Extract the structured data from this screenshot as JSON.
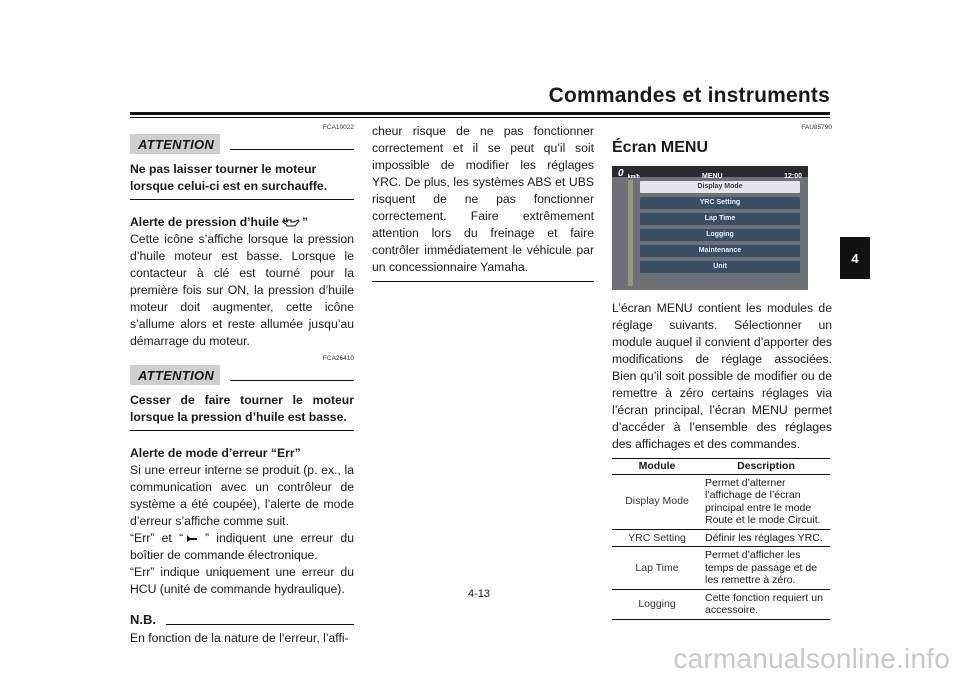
{
  "header": {
    "title": "Commandes et instruments",
    "chapter": "4"
  },
  "left": {
    "code1": "FCA10022",
    "attention1": "ATTENTION",
    "warning1": "Ne pas laisser tourner le moteur lorsque celui-ci est en surchauffe.",
    "oil_head": "Alerte de pression d’huile “    ”",
    "oil_icon": "oil-can-icon",
    "oil_body": "Cette icône s’affiche lorsque la pression d’huile moteur est basse. Lorsque le contacteur à clé est tourné pour la première fois sur ON, la pression d’huile moteur doit augmenter, cette icône s’allume alors et reste allumée jusqu’au démarrage du moteur.",
    "code2": "FCA26410",
    "attention2": "ATTENTION",
    "warning2": "Cesser de faire tourner le moteur lorsque la pression d’huile est basse.",
    "err_head": "Alerte de mode d’erreur “Err”",
    "err_body1": "Si une erreur interne se produit (p. ex., la communication avec un contrôleur de système a été coupée), l’alerte de mode d’erreur s’affiche comme suit.",
    "err_body2": "“Err” et “   ” indiquent une erreur du boîtier de commande électronique.",
    "err_icon": "wrench-icon",
    "err_body3": "“Err” indique uniquement une erreur du HCU (unité de commande hydraulique).",
    "nb": "N.B.",
    "nb_body": "En fonction de la nature de l’erreur, l’affi-"
  },
  "middle": {
    "body": "cheur risque de ne pas fonctionner correctement et il se peut qu’il soit impossible de modifier les réglages YRC. De plus, les systèmes ABS et UBS risquent de ne pas fonctionner correctement. Faire extrêmement attention lors du freinage et faire contrôler immédiatement le véhicule par un concessionnaire Yamaha."
  },
  "right": {
    "code": "FAU85790",
    "title": "Écran MENU",
    "screen": {
      "speed": "0",
      "unit": "km/h",
      "label": "MENU",
      "clock": "12:00",
      "items": [
        "Display Mode",
        "YRC Setting",
        "Lap Time",
        "Logging",
        "Maintenance",
        "Unit"
      ]
    },
    "body": "L’écran MENU contient les modules de réglage suivants. Sélectionner un module auquel il convient d’apporter des modifications de réglage associées. Bien qu’il soit possible de modifier ou de remettre à zéro certains réglages via l’écran principal, l’écran MENU permet d’accéder à l’ensemble des réglages des affichages et des commandes.",
    "table": {
      "headers": [
        "Module",
        "Description"
      ],
      "rows": [
        [
          "Display Mode",
          "Permet d’alterner l’affichage de l’écran principal entre le mode Route et le mode Circuit."
        ],
        [
          "YRC Setting",
          "Définir les réglages YRC."
        ],
        [
          "Lap Time",
          "Permet d’afficher les temps de passage et de les remettre à zéro."
        ],
        [
          "Logging",
          "Cette fonction requiert un accessoire."
        ]
      ]
    }
  },
  "footer": {
    "page": "4-13",
    "watermark": "carmanualsonline.info"
  }
}
